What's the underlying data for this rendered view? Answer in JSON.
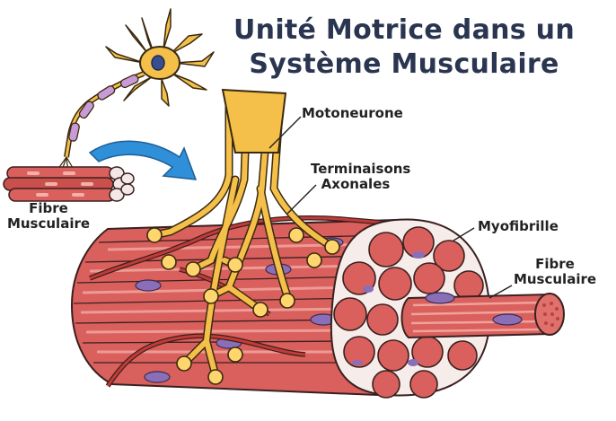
{
  "title": {
    "line1": "Unité Motrice dans un",
    "line2": "Système Musculaire"
  },
  "labels": {
    "motoneurone": "Motoneurone",
    "terminaisons_1": "Terminaisons",
    "terminaisons_2": "Axonales",
    "myofibrille": "Myofibrille",
    "fibre_right_1": "Fibre",
    "fibre_right_2": "Musculaire",
    "fibre_left_1": "Fibre",
    "fibre_left_2": "Musculaire"
  },
  "colors": {
    "title": "#2a3550",
    "muscle": "#d9605c",
    "muscle_light": "#ef9b95",
    "muscle_dark": "#b8433f",
    "vessel": "#c33b36",
    "nerve": "#f5c04a",
    "nerve_light": "#ffd56e",
    "nucleus": "#8a6fb8",
    "arrow": "#2f8fd8",
    "outline": "#3a2020"
  }
}
